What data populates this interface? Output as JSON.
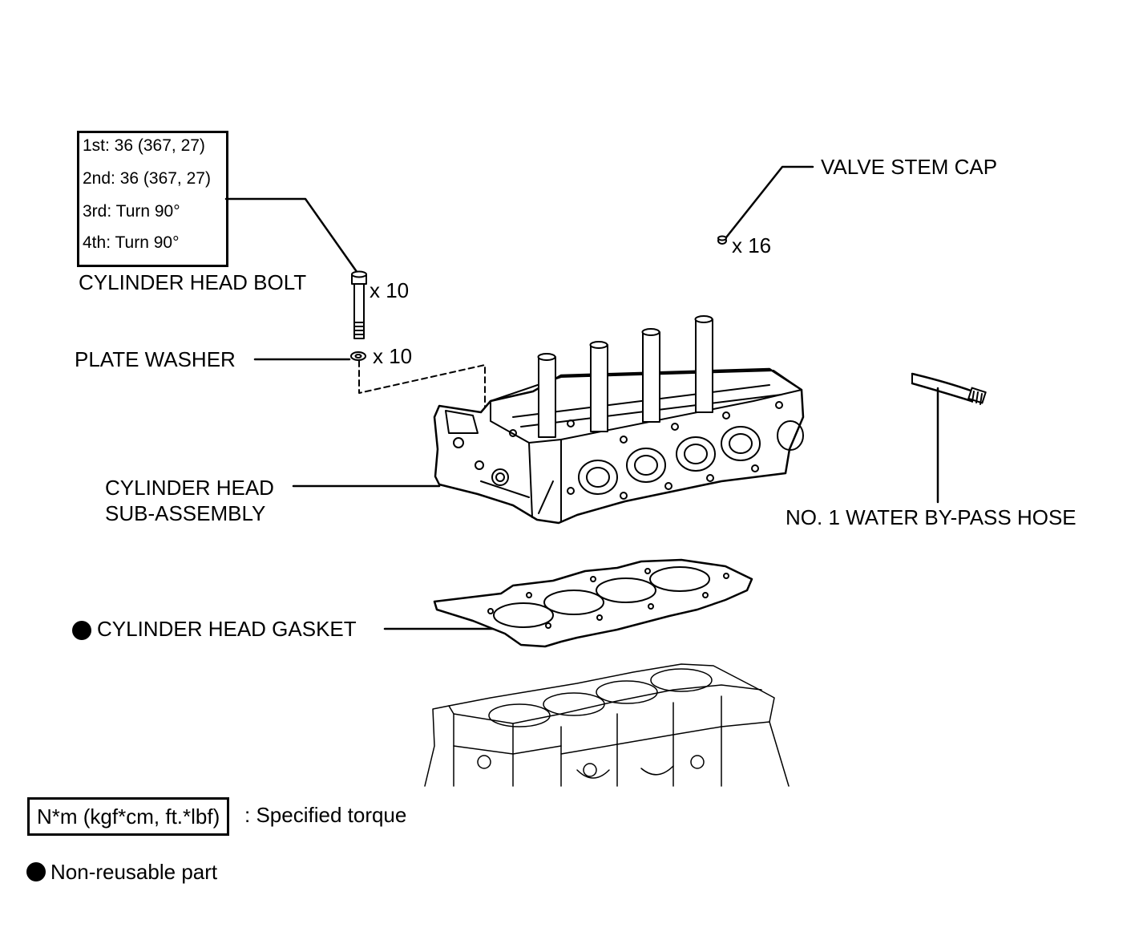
{
  "torque_spec": {
    "steps": [
      "1st: 36 (367, 27)",
      "2nd: 36 (367, 27)",
      "3rd: Turn 90°",
      "4th: Turn 90°"
    ]
  },
  "labels": {
    "cylinder_head_bolt": "CYLINDER HEAD BOLT",
    "bolt_qty": "x 10",
    "plate_washer": "PLATE WASHER",
    "washer_qty": "x 10",
    "valve_stem_cap": "VALVE STEM CAP",
    "cap_qty": "x 16",
    "cylinder_head_line1": "CYLINDER HEAD",
    "cylinder_head_line2": "SUB-ASSEMBLY",
    "water_bypass_hose": "NO. 1 WATER BY-PASS HOSE",
    "cylinder_head_gasket": "CYLINDER HEAD GASKET"
  },
  "legend": {
    "torque_unit": "N*m (kgf*cm, ft.*lbf)",
    "torque_text": ": Specified torque",
    "non_reusable_text": "Non-reusable part"
  },
  "icons": {
    "non_reusable_marker": "filled-circle-icon"
  }
}
